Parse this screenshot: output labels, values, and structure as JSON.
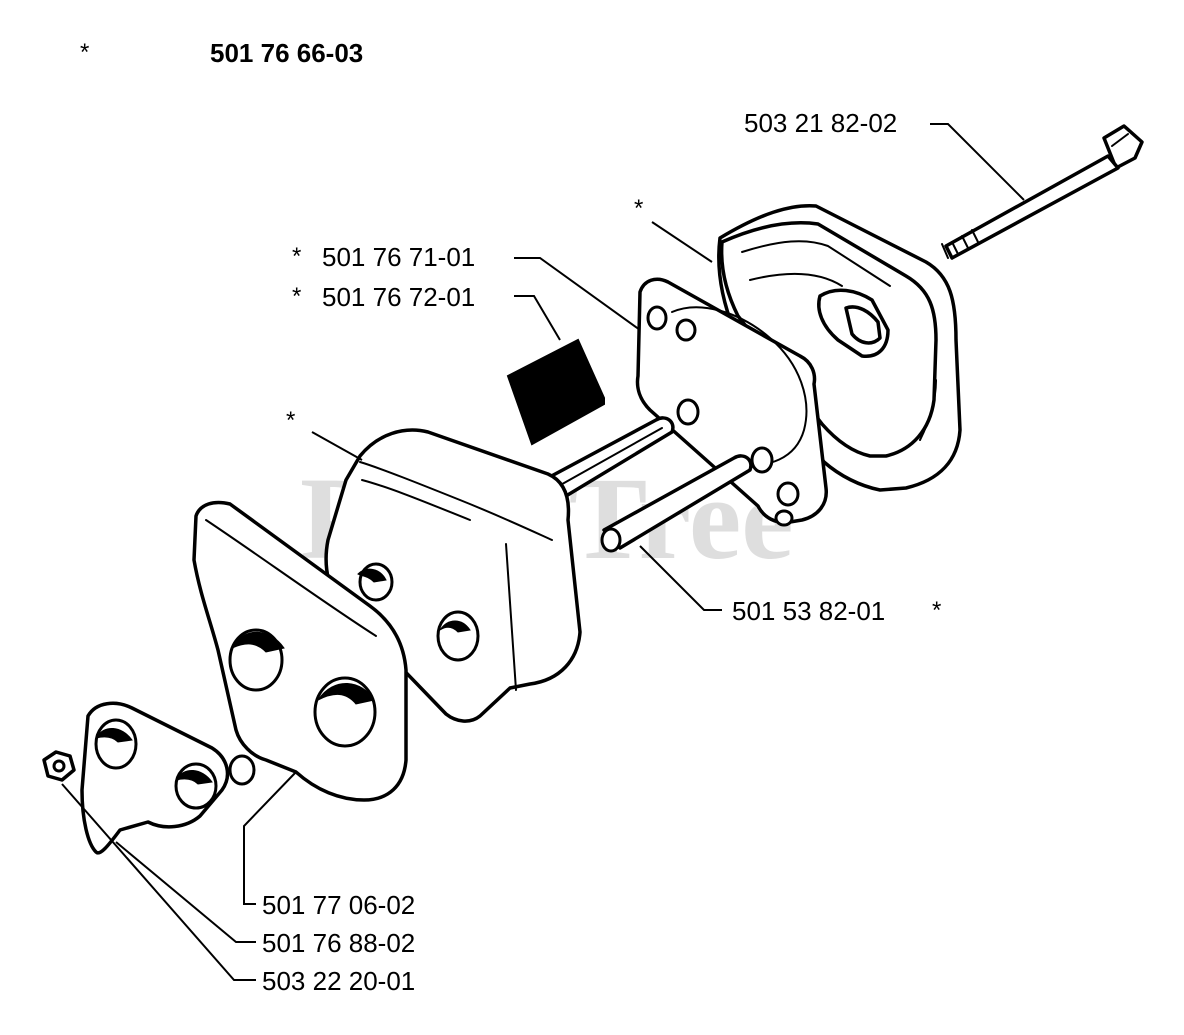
{
  "header": {
    "asterisk": "*",
    "assembly_number": "501 76 66-03"
  },
  "watermark": {
    "text": "PartsTree",
    "trademark": "™"
  },
  "callouts": [
    {
      "id": "bolt",
      "prefix": "",
      "number": "503 21 82-02",
      "suffix": ""
    },
    {
      "id": "cover-ast",
      "prefix": "*",
      "number": "",
      "suffix": ""
    },
    {
      "id": "gasket",
      "prefix": "*",
      "number": "501 76 71-01",
      "suffix": ""
    },
    {
      "id": "filter",
      "prefix": "*",
      "number": "501 76 72-01",
      "suffix": ""
    },
    {
      "id": "body-ast",
      "prefix": "*",
      "number": "",
      "suffix": ""
    },
    {
      "id": "pin",
      "prefix": "",
      "number": "501 53 82-01",
      "suffix": "*"
    },
    {
      "id": "plate",
      "prefix": "",
      "number": "501 77 06-02",
      "suffix": ""
    },
    {
      "id": "bracket",
      "prefix": "",
      "number": "501 76 88-02",
      "suffix": ""
    },
    {
      "id": "nut",
      "prefix": "",
      "number": "503 22 20-01",
      "suffix": ""
    }
  ]
}
